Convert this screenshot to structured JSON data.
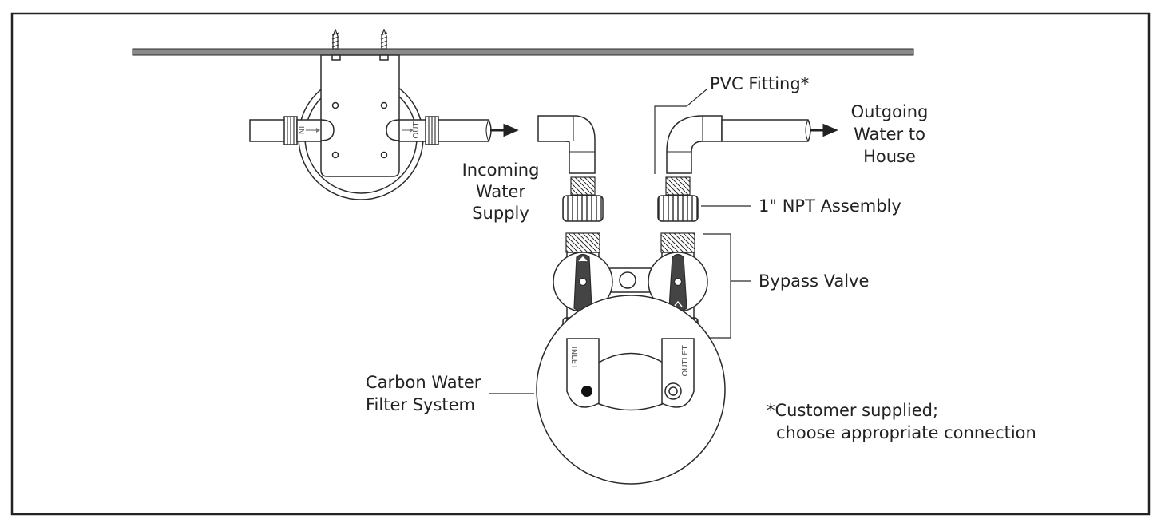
{
  "labels": {
    "pvc_fitting": "PVC Fitting*",
    "outgoing_line1": "Outgoing",
    "outgoing_line2": "Water to",
    "outgoing_line3": "House",
    "incoming_line1": "Incoming",
    "incoming_line2": "Water",
    "incoming_line3": "Supply",
    "npt_assembly": "1\" NPT Assembly",
    "bypass_valve": "Bypass Valve",
    "carbon_line1": "Carbon Water",
    "carbon_line2": "Filter System",
    "footnote_line1": "*Customer supplied;",
    "footnote_line2": "choose appropriate connection"
  },
  "top_view": {
    "in_mark": "IN",
    "out_mark": "OUT"
  },
  "filter_head": {
    "inlet_mark": "INLET",
    "outlet_mark": "OUTLET"
  },
  "colors": {
    "line": "#2b2b2b",
    "wall_plate": "#8a8a8a",
    "frame": "#222222"
  }
}
